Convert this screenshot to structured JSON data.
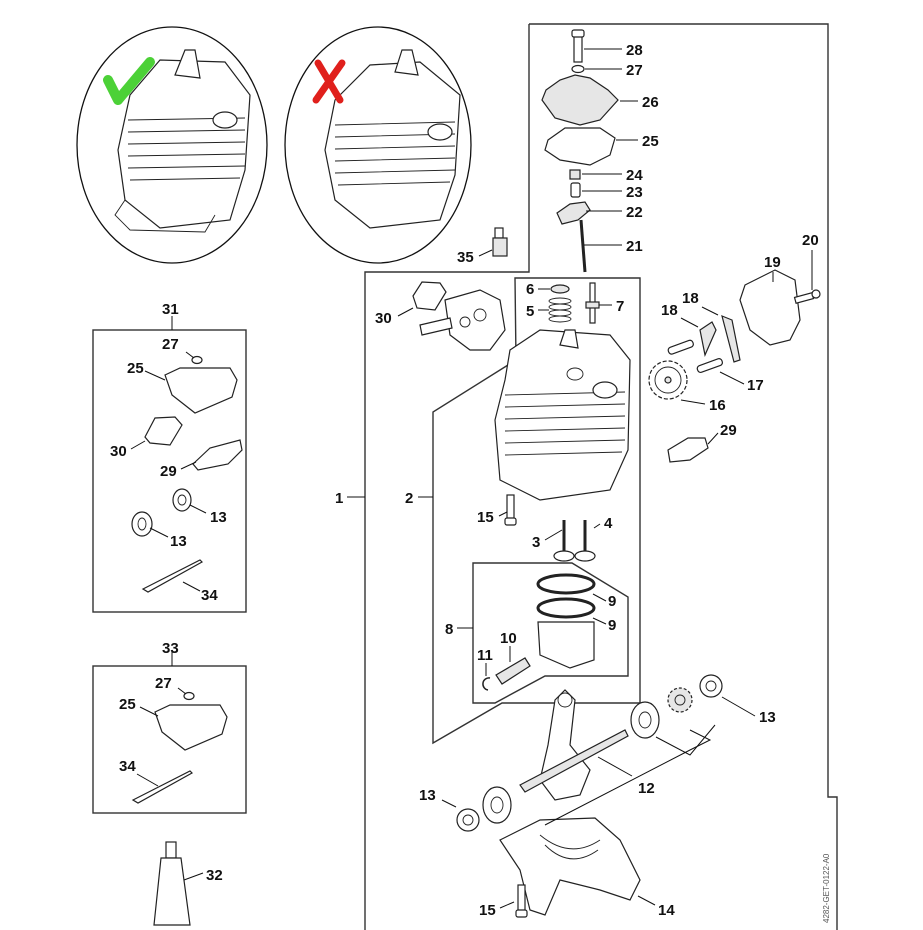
{
  "diagram": {
    "drawing_code": "4282-GET-0122-A0",
    "comparison": {
      "correct_symbol": "check-mark",
      "correct_color": "#4cd137",
      "incorrect_symbol": "x-mark",
      "incorrect_color": "#e0201c"
    },
    "callouts": {
      "c1": "1",
      "c2": "2",
      "c3": "3",
      "c4": "4",
      "c5": "5",
      "c6": "6",
      "c7": "7",
      "c8": "8",
      "c9a": "9",
      "c9b": "9",
      "c10": "10",
      "c11": "11",
      "c12": "12",
      "c13a": "13",
      "c13b": "13",
      "c13c": "13",
      "c13d": "13",
      "c14": "14",
      "c15a": "15",
      "c15b": "15",
      "c16": "16",
      "c17": "17",
      "c18a": "18",
      "c18b": "18",
      "c19": "19",
      "c20": "20",
      "c21": "21",
      "c22": "22",
      "c23": "23",
      "c24": "24",
      "c25a": "25",
      "c25b": "25",
      "c25c": "25",
      "c26": "26",
      "c27a": "27",
      "c27b": "27",
      "c27c": "27",
      "c28": "28",
      "c29a": "29",
      "c29b": "29",
      "c30a": "30",
      "c30b": "30",
      "c31": "31",
      "c32": "32",
      "c33": "33",
      "c34a": "34",
      "c34b": "34",
      "c35": "35"
    },
    "kits": [
      {
        "number": "31",
        "contents": [
          "27",
          "25",
          "30",
          "29",
          "13",
          "13",
          "34"
        ]
      },
      {
        "number": "33",
        "contents": [
          "27",
          "25",
          "34"
        ]
      }
    ]
  }
}
